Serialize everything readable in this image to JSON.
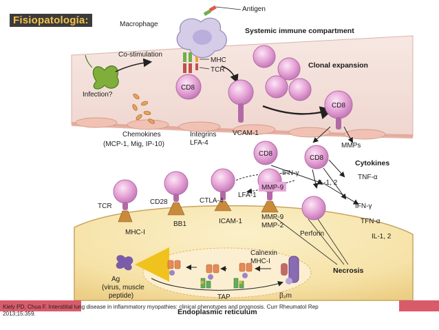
{
  "slide": {
    "title": "Fisiopatología:",
    "citation_line1": "Kiely PD, Chua F. Interstitial lung disease in inflammatory myopathies: clinical phenotypes and prognosis. Curr Rheumatol Rep",
    "citation_line2": "2013;15:359."
  },
  "diagram": {
    "antigen": "Antigen",
    "macrophage": "Macrophage",
    "systemic": "Systemic immune compartment",
    "costim": "Co-stimulation",
    "mhc": "MHC",
    "tcr_top": "TCR",
    "cd8_top": "CD8",
    "infection": "Infection?",
    "clonal": "Clonal expansion",
    "cd8_right": "CD8",
    "chemokines": "Chemokines",
    "chemokines_list": "(MCP-1, Mig, IP-10)",
    "integrins": "Integrins",
    "lfa4": "LFA-4",
    "vcam": "VCAM-1",
    "mmps": "MMPs",
    "cd8_a": "CD8",
    "cd8_b": "CD8",
    "cytokines": "Cytokines",
    "ifn_left": "IFN-γ",
    "il12_mid": "IL-1, 2",
    "tnf": "TNF-α",
    "lfa1": "LFA-1",
    "mmp9_tag": "MMP-9",
    "ifn_right": "IFN-γ",
    "tfn": "TFN-α",
    "il12_right": "IL-1, 2",
    "tcr_bottom": "TCR",
    "cd28": "CD28",
    "ctla4": "CTLA-4",
    "mhc1_left": "MHC-I",
    "bb1": "BB1",
    "icam": "ICAM-1",
    "mmp9": "MMP-9",
    "mmp2": "MMP-2",
    "perforin": "Perforin",
    "calnexin": "Calnexin",
    "mhc1_er": "MHC-I",
    "ag": "Ag",
    "ag_desc1": "(virus, muscle",
    "ag_desc2": "peptide)",
    "necrosis": "Necrosis",
    "tap": "TAP",
    "b2m": "β₂m",
    "er": "Endoplasmic reticulum"
  }
}
